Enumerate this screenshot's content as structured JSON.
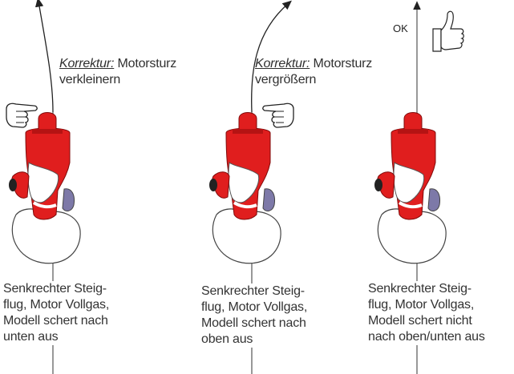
{
  "panels": [
    {
      "correction_label": "Korrektur:",
      "correction_text_line1": "Motorsturz",
      "correction_text_line2": "verkleinern",
      "caption": [
        "Senkrechter Steig-",
        "flug, Motor Vollgas,",
        "Modell schert nach",
        "unten aus"
      ]
    },
    {
      "correction_label": "Korrektur:",
      "correction_text_line1": "Motorsturz",
      "correction_text_line2": "vergrößern",
      "caption": [
        "Senkrechter Steig-",
        "flug, Motor Vollgas,",
        "Modell schert nach",
        "oben aus"
      ]
    },
    {
      "ok_label": "OK",
      "caption": [
        "Senkrechter Steig-",
        "flug, Motor Vollgas,",
        "Modell schert nicht",
        "nach oben/unten aus"
      ]
    }
  ],
  "icons": {
    "pointing_hand": "pointing-hand-icon",
    "thumbs_up": "thumbs-up-icon"
  },
  "colors": {
    "fuselage_red": "#e01e1e",
    "dark_red": "#9a0b0b",
    "purple": "#7d79a8",
    "outline": "#444444",
    "text": "#333333"
  }
}
